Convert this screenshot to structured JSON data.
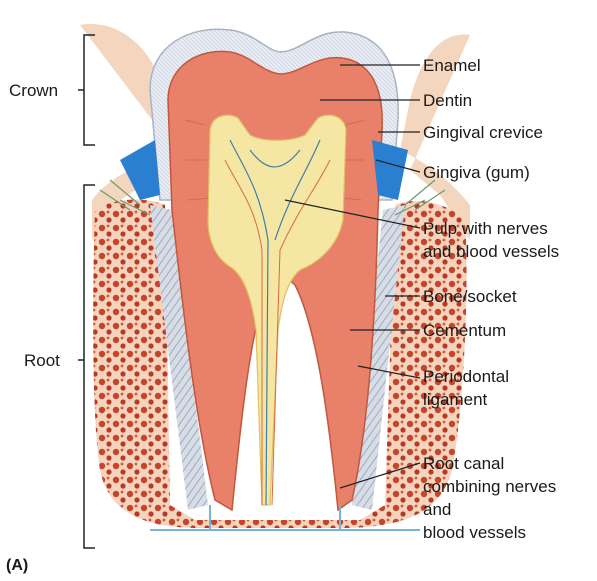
{
  "figure": {
    "panel_label": "(A)",
    "regions": {
      "crown": "Crown",
      "root": "Root"
    },
    "labels": {
      "enamel": "Enamel",
      "dentin": "Dentin",
      "gingival_crevice": "Gingival crevice",
      "gingiva": "Gingiva (gum)",
      "pulp_line1": "Pulp with nerves",
      "pulp_line2": "and blood vessels",
      "bone": "Bone/socket",
      "cementum": "Cementum",
      "perio_line1": "Periodontal",
      "perio_line2": "ligament",
      "canal_line1": "Root canal",
      "canal_line2": "combining nerves",
      "canal_line3": "and",
      "canal_line4": "blood vessels"
    },
    "colors": {
      "enamel": "#e4e8f0",
      "dentin": "#e8806a",
      "pulp": "#f6e6a4",
      "gingiva": "#f0c6a8",
      "gingival_crevice": "#2a7fd0",
      "bone": "#c2452c",
      "ligament": "#b9c4d2"
    }
  }
}
